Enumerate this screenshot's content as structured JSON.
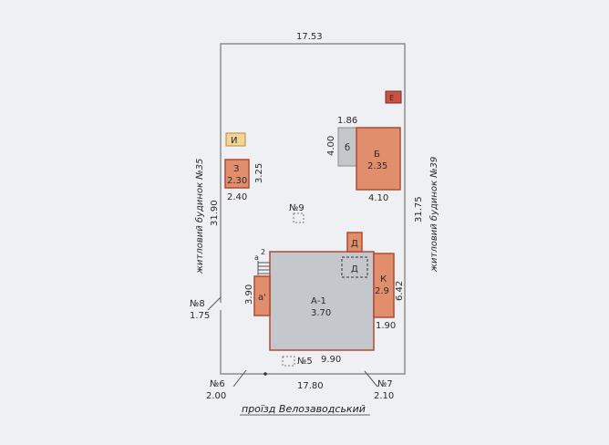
{
  "colors": {
    "background": "#eef0f3",
    "boundary": "#8e8e8e",
    "building_gray": "#c4c8cc",
    "building_orange": "#e08e6c",
    "building_yellow": "#f3d693",
    "building_dark": "#c8523f",
    "building_outline": "#b04a33",
    "text": "#2a2a2a"
  },
  "dimensions": {
    "top": "17.53",
    "left": "31.90",
    "right": "31.75",
    "bottom": "17.80",
    "bottom_left_corner": "2.00",
    "bottom_right_corner": "2.10",
    "left_notch": "1.75",
    "b_top": "1.86",
    "b_side": "4.00",
    "b_width": "4.10",
    "z_height": "3.25",
    "z_width": "2.40",
    "a_side": "3.90",
    "a_bottom": "9.90",
    "k_side": "6.42",
    "k_bottom": "1.90"
  },
  "labels": {
    "left_neighbor": "житловий будинок №35",
    "right_neighbor": "житловий будинок №39",
    "street": "проїзд Велозаводський",
    "marker_no9": "№9",
    "marker_no5": "№5",
    "marker_no8": "№8",
    "marker_no6": "№6",
    "marker_no7": "№7"
  },
  "buildings": {
    "A": {
      "name": "А-1",
      "height": "3.70"
    },
    "B": {
      "name": "Б",
      "height": "2.35"
    },
    "b_small": {
      "name": "б"
    },
    "Z": {
      "name": "З",
      "height": "2.30"
    },
    "K": {
      "name": "К",
      "height": "2.9"
    },
    "I": {
      "name": "И"
    },
    "E": {
      "name": "Е"
    },
    "D_top": {
      "name": "Д"
    },
    "D_dashed": {
      "name": "Д"
    },
    "a_prime": {
      "name": "а'"
    },
    "a2": {
      "name": "а"
    },
    "a2_sup": {
      "name": "2"
    }
  }
}
